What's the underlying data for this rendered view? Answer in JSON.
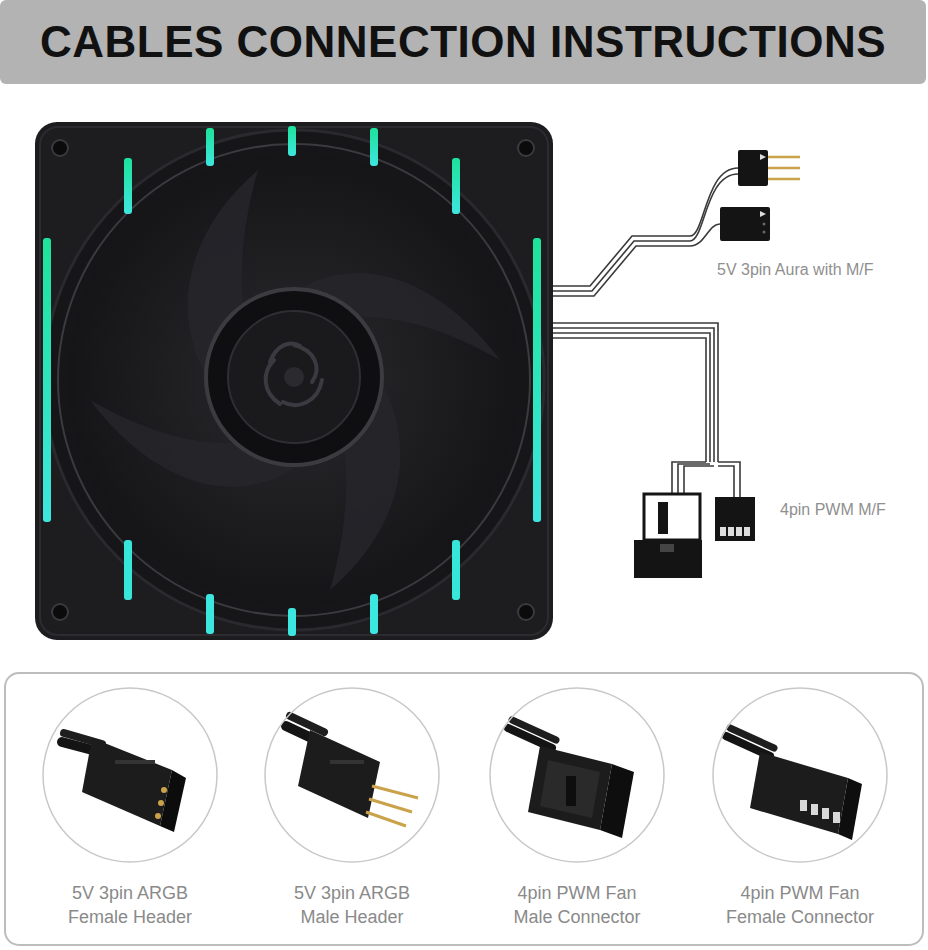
{
  "diagram": {
    "title": "CABLES CONNECTION INSTRUCTIONS",
    "nodes": [
      {
        "text": [
          "5V 3pin ARGB Female Header"
        ]
      },
      {
        "text": [
          "5V 3pin ARGB Male Header"
        ]
      },
      {
        "text": [
          "4pin PWM Fan Male Connector"
        ]
      },
      {
        "text": [
          "4pin PWM Fan Female Connector"
        ]
      }
    ],
    "labels": [
      "5V 3pin Aura with M/F",
      "4pin PWM M/F"
    ]
  }
}
